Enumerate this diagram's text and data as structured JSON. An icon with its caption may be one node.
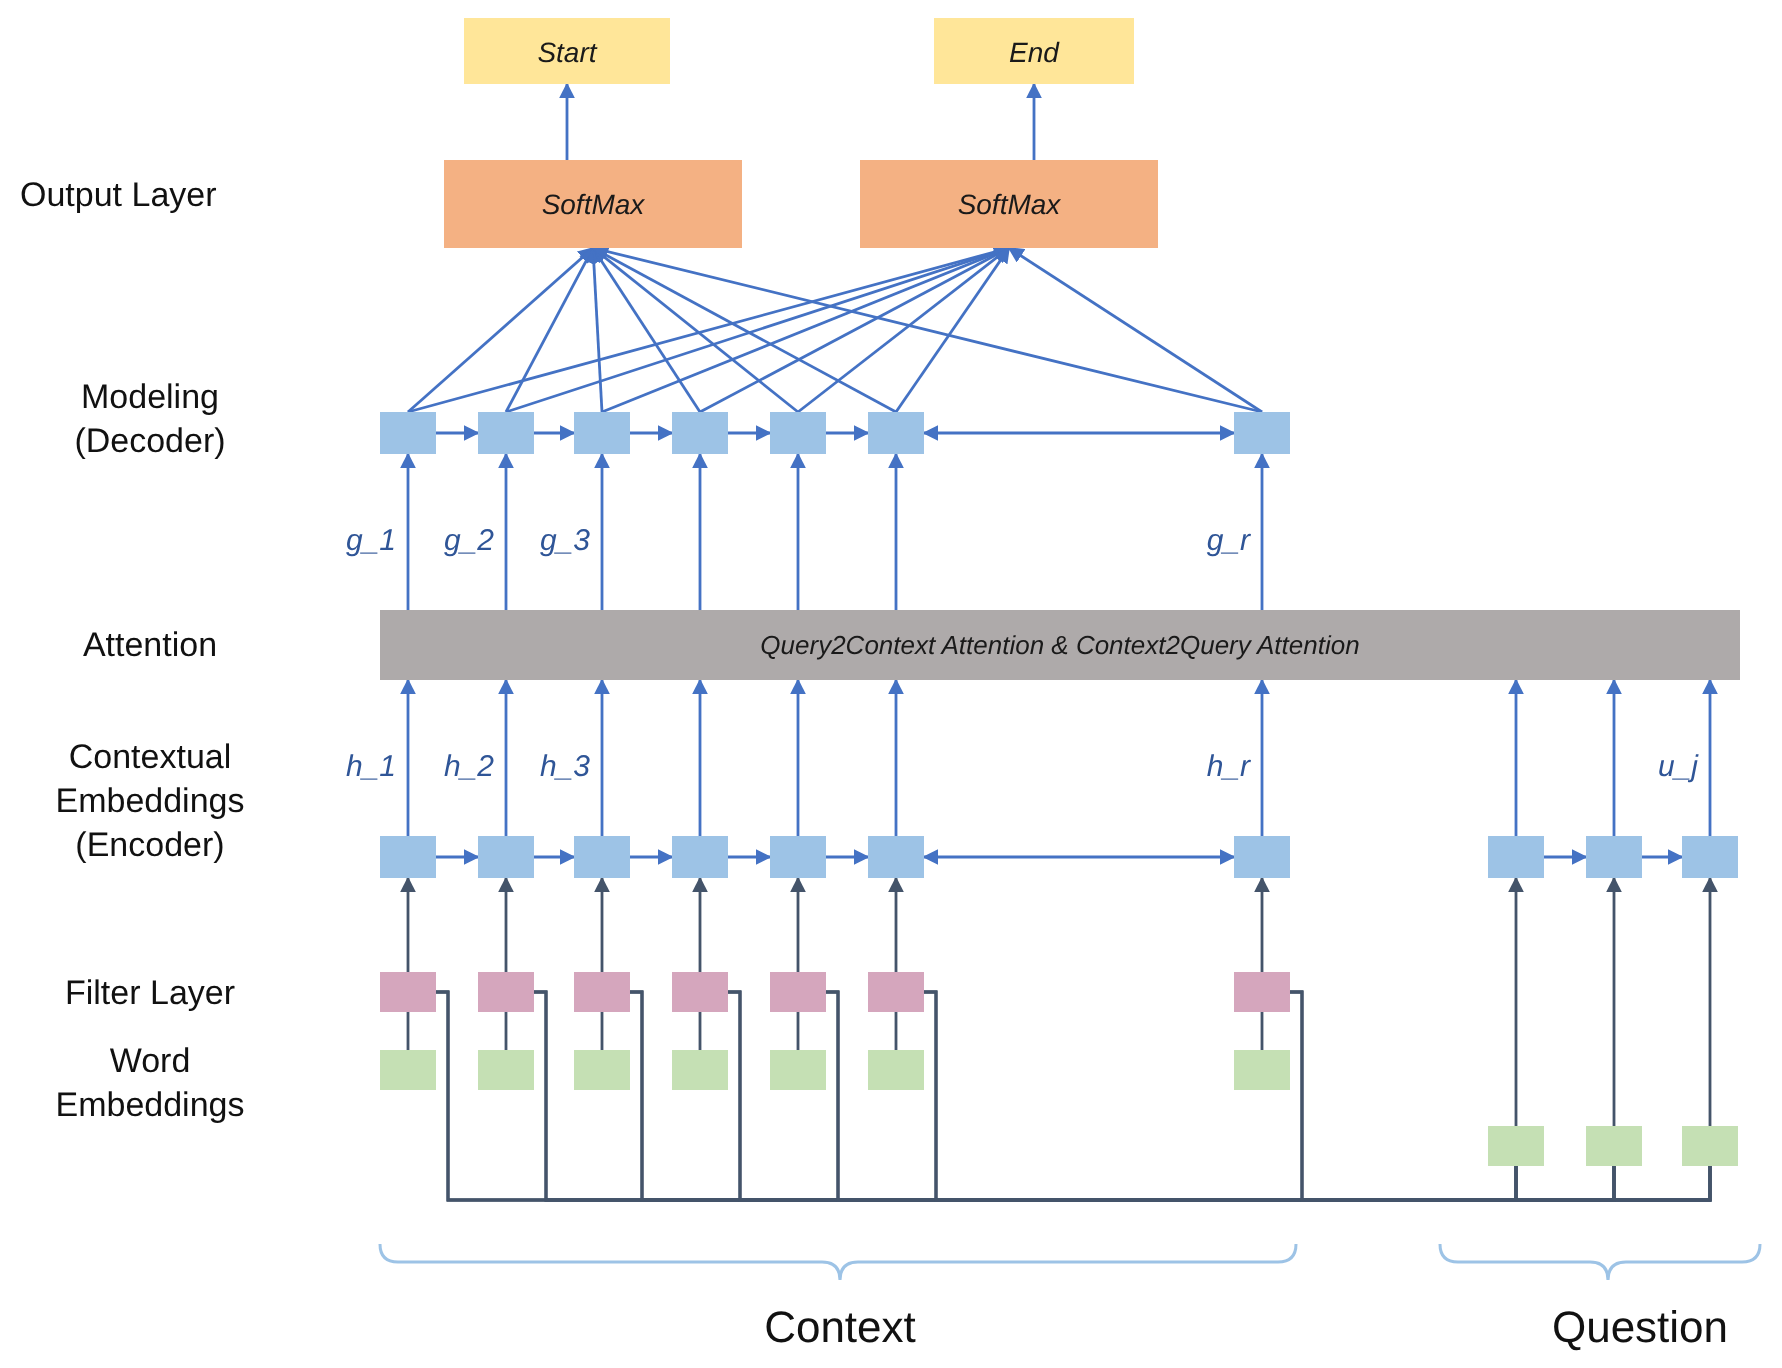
{
  "diagram": {
    "nodes": [
      {
        "text": [
          "Start"
        ]
      },
      {
        "text": [
          "End"
        ]
      },
      {
        "text": [
          "SoftMax"
        ]
      },
      {
        "text": [
          "SoftMax"
        ]
      },
      {
        "text": [],
        "shape": "box"
      },
      {
        "text": [],
        "shape": "box"
      },
      {
        "text": [],
        "shape": "box"
      },
      {
        "text": [],
        "shape": "box"
      },
      {
        "text": [],
        "shape": "box"
      },
      {
        "text": [],
        "shape": "box"
      },
      {
        "text": [],
        "shape": "box"
      },
      {
        "text": [
          "Query2Context Attention & Context2Query Attention"
        ]
      },
      {
        "text": [],
        "shape": "box"
      },
      {
        "text": [],
        "shape": "box"
      },
      {
        "text": [],
        "shape": "box"
      },
      {
        "text": [],
        "shape": "box"
      },
      {
        "text": [],
        "shape": "box"
      },
      {
        "text": [],
        "shape": "box"
      },
      {
        "text": [],
        "shape": "box"
      },
      {
        "text": [],
        "shape": "box"
      },
      {
        "text": [],
        "shape": "box"
      },
      {
        "text": [],
        "shape": "box"
      },
      {
        "text": [],
        "shape": "box"
      },
      {
        "text": [],
        "shape": "box"
      },
      {
        "text": [],
        "shape": "box"
      },
      {
        "text": [],
        "shape": "box"
      },
      {
        "text": [],
        "shape": "box"
      },
      {
        "text": [],
        "shape": "box"
      },
      {
        "text": [],
        "shape": "box"
      },
      {
        "text": [],
        "shape": "box"
      },
      {
        "text": [],
        "shape": "box"
      },
      {
        "text": [],
        "shape": "box"
      },
      {
        "text": [],
        "shape": "box"
      },
      {
        "text": [],
        "shape": "box"
      },
      {
        "text": [],
        "shape": "box"
      },
      {
        "text": [],
        "shape": "box"
      },
      {
        "text": [],
        "shape": "box"
      },
      {
        "text": [],
        "shape": "box"
      },
      {
        "text": [],
        "shape": "box"
      }
    ],
    "edges": [
      {
        "from": 2,
        "to": 0,
        "arrow": "to"
      },
      {
        "from": 3,
        "to": 1,
        "arrow": "to"
      },
      {
        "from": 4,
        "to": 2,
        "arrow": "to"
      },
      {
        "from": 5,
        "to": 2,
        "arrow": "to"
      },
      {
        "from": 6,
        "to": 2,
        "arrow": "to"
      },
      {
        "from": 7,
        "to": 2,
        "arrow": "to"
      },
      {
        "from": 8,
        "to": 2,
        "arrow": "to"
      },
      {
        "from": 9,
        "to": 2,
        "arrow": "to"
      },
      {
        "from": 10,
        "to": 2,
        "arrow": "to"
      },
      {
        "from": 4,
        "to": 3,
        "arrow": "to"
      },
      {
        "from": 5,
        "to": 3,
        "arrow": "to"
      },
      {
        "from": 6,
        "to": 3,
        "arrow": "to"
      },
      {
        "from": 7,
        "to": 3,
        "arrow": "to"
      },
      {
        "from": 8,
        "to": 3,
        "arrow": "to"
      },
      {
        "from": 9,
        "to": 3,
        "arrow": "to"
      },
      {
        "from": 10,
        "to": 3,
        "arrow": "to"
      },
      {
        "from": 4,
        "to": 5,
        "arrow": "to"
      },
      {
        "from": 5,
        "to": 6,
        "arrow": "to"
      },
      {
        "from": 6,
        "to": 7,
        "arrow": "to"
      },
      {
        "from": 7,
        "to": 8,
        "arrow": "to"
      },
      {
        "from": 8,
        "to": 9,
        "arrow": "to"
      },
      {
        "from": 9,
        "to": 10,
        "arrow": "both"
      },
      {
        "from": 11,
        "to": 4,
        "arrow": "to",
        "label": "g_1"
      },
      {
        "from": 11,
        "to": 5,
        "arrow": "to",
        "label": "g_2"
      },
      {
        "from": 11,
        "to": 6,
        "arrow": "to",
        "label": "g_3"
      },
      {
        "from": 11,
        "to": 7,
        "arrow": "to"
      },
      {
        "from": 11,
        "to": 8,
        "arrow": "to"
      },
      {
        "from": 11,
        "to": 9,
        "arrow": "to"
      },
      {
        "from": 11,
        "to": 10,
        "arrow": "to",
        "label": "g_r"
      },
      {
        "from": 12,
        "to": 11,
        "arrow": "to",
        "label": "h_1"
      },
      {
        "from": 13,
        "to": 11,
        "arrow": "to",
        "label": "h_2"
      },
      {
        "from": 14,
        "to": 11,
        "arrow": "to",
        "label": "h_3"
      },
      {
        "from": 15,
        "to": 11,
        "arrow": "to"
      },
      {
        "from": 16,
        "to": 11,
        "arrow": "to"
      },
      {
        "from": 17,
        "to": 11,
        "arrow": "to"
      },
      {
        "from": 18,
        "to": 11,
        "arrow": "to",
        "label": "h_r"
      },
      {
        "from": 19,
        "to": 11,
        "arrow": "to"
      },
      {
        "from": 20,
        "to": 11,
        "arrow": "to"
      },
      {
        "from": 21,
        "to": 11,
        "arrow": "to",
        "label": "u_j"
      },
      {
        "from": 12,
        "to": 13,
        "arrow": "to"
      },
      {
        "from": 13,
        "to": 14,
        "arrow": "to"
      },
      {
        "from": 14,
        "to": 15,
        "arrow": "to"
      },
      {
        "from": 15,
        "to": 16,
        "arrow": "to"
      },
      {
        "from": 16,
        "to": 17,
        "arrow": "to"
      },
      {
        "from": 17,
        "to": 18,
        "arrow": "both"
      },
      {
        "from": 19,
        "to": 20,
        "arrow": "to"
      },
      {
        "from": 20,
        "to": 21,
        "arrow": "to"
      },
      {
        "from": 22,
        "to": 12,
        "arrow": "to",
        "color": "#44546a"
      },
      {
        "from": 23,
        "to": 13,
        "arrow": "to",
        "color": "#44546a"
      },
      {
        "from": 24,
        "to": 14,
        "arrow": "to",
        "color": "#44546a"
      },
      {
        "from": 25,
        "to": 15,
        "arrow": "to",
        "color": "#44546a"
      },
      {
        "from": 26,
        "to": 16,
        "arrow": "to",
        "color": "#44546a"
      },
      {
        "from": 27,
        "to": 17,
        "arrow": "to",
        "color": "#44546a"
      },
      {
        "from": 28,
        "to": 18,
        "arrow": "to",
        "color": "#44546a"
      },
      {
        "from": 29,
        "to": 22,
        "arrow": "none",
        "color": "#44546a"
      },
      {
        "from": 30,
        "to": 23,
        "arrow": "none",
        "color": "#44546a"
      },
      {
        "from": 31,
        "to": 24,
        "arrow": "none",
        "color": "#44546a"
      },
      {
        "from": 32,
        "to": 25,
        "arrow": "none",
        "color": "#44546a"
      },
      {
        "from": 33,
        "to": 26,
        "arrow": "none",
        "color": "#44546a"
      },
      {
        "from": 34,
        "to": 27,
        "arrow": "none",
        "color": "#44546a"
      },
      {
        "from": 35,
        "to": 28,
        "arrow": "none",
        "color": "#44546a"
      },
      {
        "from": 36,
        "to": 19,
        "arrow": "to",
        "color": "#44546a"
      },
      {
        "from": 37,
        "to": 20,
        "arrow": "to",
        "color": "#44546a"
      },
      {
        "from": 38,
        "to": 21,
        "arrow": "to",
        "color": "#44546a"
      },
      {
        "from": 22,
        "to": 36,
        "arrow": "none",
        "color": "#44546a"
      },
      {
        "from": 22,
        "to": 37,
        "arrow": "none",
        "color": "#44546a"
      },
      {
        "from": 22,
        "to": 38,
        "arrow": "none",
        "color": "#44546a"
      },
      {
        "from": 23,
        "to": 36,
        "arrow": "none",
        "color": "#44546a"
      },
      {
        "from": 23,
        "to": 37,
        "arrow": "none",
        "color": "#44546a"
      },
      {
        "from": 23,
        "to": 38,
        "arrow": "none",
        "color": "#44546a"
      },
      {
        "from": 24,
        "to": 36,
        "arrow": "none",
        "color": "#44546a"
      },
      {
        "from": 24,
        "to": 37,
        "arrow": "none",
        "color": "#44546a"
      },
      {
        "from": 24,
        "to": 38,
        "arrow": "none",
        "color": "#44546a"
      },
      {
        "from": 25,
        "to": 36,
        "arrow": "none",
        "color": "#44546a"
      },
      {
        "from": 25,
        "to": 37,
        "arrow": "none",
        "color": "#44546a"
      },
      {
        "from": 25,
        "to": 38,
        "arrow": "none",
        "color": "#44546a"
      },
      {
        "from": 26,
        "to": 36,
        "arrow": "none",
        "color": "#44546a"
      },
      {
        "from": 26,
        "to": 37,
        "arrow": "none",
        "color": "#44546a"
      },
      {
        "from": 26,
        "to": 38,
        "arrow": "none",
        "color": "#44546a"
      },
      {
        "from": 27,
        "to": 36,
        "arrow": "none",
        "color": "#44546a"
      },
      {
        "from": 27,
        "to": 37,
        "arrow": "none",
        "color": "#44546a"
      },
      {
        "from": 27,
        "to": 38,
        "arrow": "none",
        "color": "#44546a"
      },
      {
        "from": 28,
        "to": 36,
        "arrow": "none",
        "color": "#44546a"
      },
      {
        "from": 28,
        "to": 37,
        "arrow": "none",
        "color": "#44546a"
      },
      {
        "from": 28,
        "to": 38,
        "arrow": "none",
        "color": "#44546a"
      }
    ],
    "labels": [
      "Output Layer",
      "Modeling (Decoder)",
      "Attention",
      "Contextual Embeddings (Encoder)",
      "Filter Layer",
      "Word Embeddings",
      "Context",
      "Question"
    ]
  }
}
